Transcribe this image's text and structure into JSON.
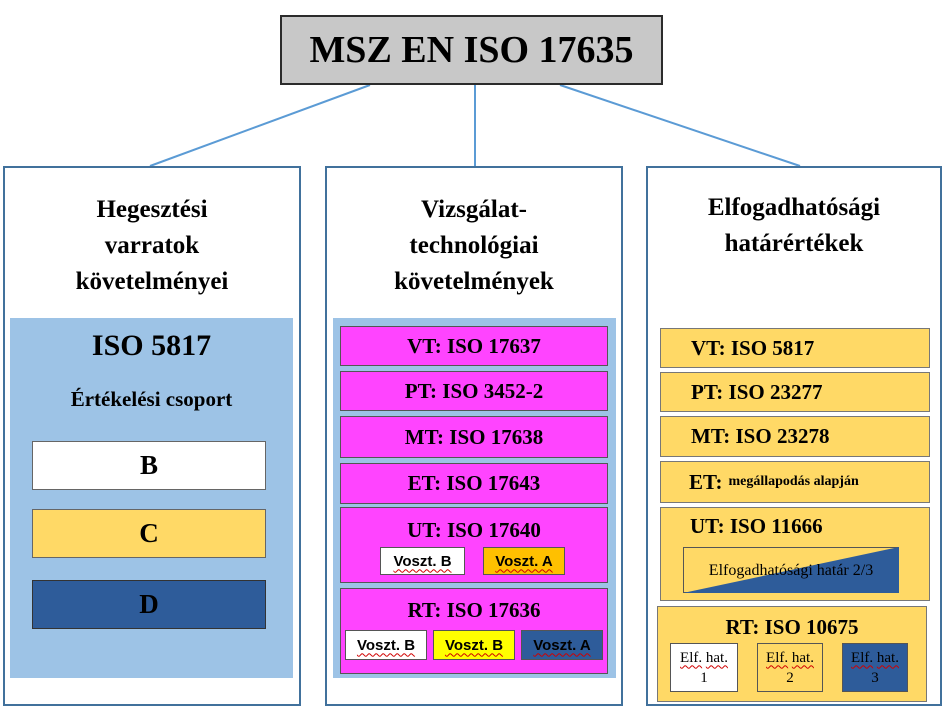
{
  "title": "MSZ EN ISO 17635",
  "left": {
    "heading": [
      "Hegesztési",
      "varratok",
      "követelményei"
    ],
    "std": "ISO 5817",
    "sub": "Értékelési csoport",
    "levels": [
      {
        "label": "B",
        "color": "#ffffff"
      },
      {
        "label": "C",
        "color": "#ffd966"
      },
      {
        "label": "D",
        "color": "#2e5c9a"
      }
    ]
  },
  "middle": {
    "heading": [
      "Vizsgálat-",
      "technológiai",
      "követelmények"
    ],
    "items": [
      "VT: ISO 17637",
      "PT: ISO 3452-2",
      "MT: ISO 17638",
      "ET: ISO 17643",
      "UT: ISO 17640",
      "RT: ISO 17636"
    ],
    "ut_tags": [
      "Voszt. B",
      "Voszt. A"
    ],
    "rt_tags": [
      "Voszt. B",
      "Voszt. B",
      "Voszt. A"
    ]
  },
  "right": {
    "heading": [
      "Elfogadhatósági",
      "határértékek"
    ],
    "vt": "VT: ISO 5817",
    "pt": "PT: ISO 23277",
    "mt": "MT: ISO 23278",
    "et_prefix": "ET:",
    "et_suffix": "megállapodás alapján",
    "ut": "UT: ISO 11666",
    "ut_limit": "Elfogadhatósági határ 2/3",
    "rt": "RT: ISO 10675",
    "rt_levels": [
      {
        "word": "Elf.",
        "word2": "hat.",
        "num": "1"
      },
      {
        "word": "Elf.",
        "word2": "hat.",
        "num": "2"
      },
      {
        "word": "Elf.",
        "word2": "hat.",
        "num": "3"
      }
    ]
  },
  "colors": {
    "pink": "#ff44ff",
    "yellow": "#ffd966",
    "blue": "#2e5c9a",
    "light_blue": "#9dc3e6",
    "tag_yellow": "#ffff00",
    "tag_orange": "#ffc000",
    "tag_blue": "#2e5c9a"
  }
}
